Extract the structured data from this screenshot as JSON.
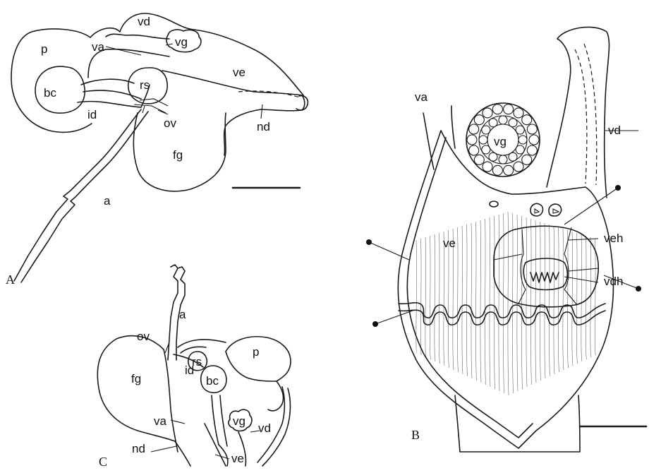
{
  "panels": {
    "A": {
      "letter": "A",
      "labels": {
        "p": "p",
        "vd": "vd",
        "vg": "vg",
        "va": "va",
        "bc": "bc",
        "rs": "rs",
        "ve": "ve",
        "id": "id",
        "ov": "ov",
        "nd": "nd",
        "fg": "fg",
        "a": "a"
      }
    },
    "B": {
      "letter": "B",
      "labels": {
        "va": "va",
        "vg": "vg",
        "vd": "vd",
        "ve": "ve",
        "veh": "veh",
        "vdh": "vdh"
      }
    },
    "C": {
      "letter": "C",
      "labels": {
        "a": "a",
        "ov": "ov",
        "rs": "rs",
        "p": "p",
        "id": "id",
        "bc": "bc",
        "fg": "fg",
        "va": "va",
        "vg": "vg",
        "vd": "vd",
        "nd": "nd",
        "ve": "ve"
      }
    }
  }
}
